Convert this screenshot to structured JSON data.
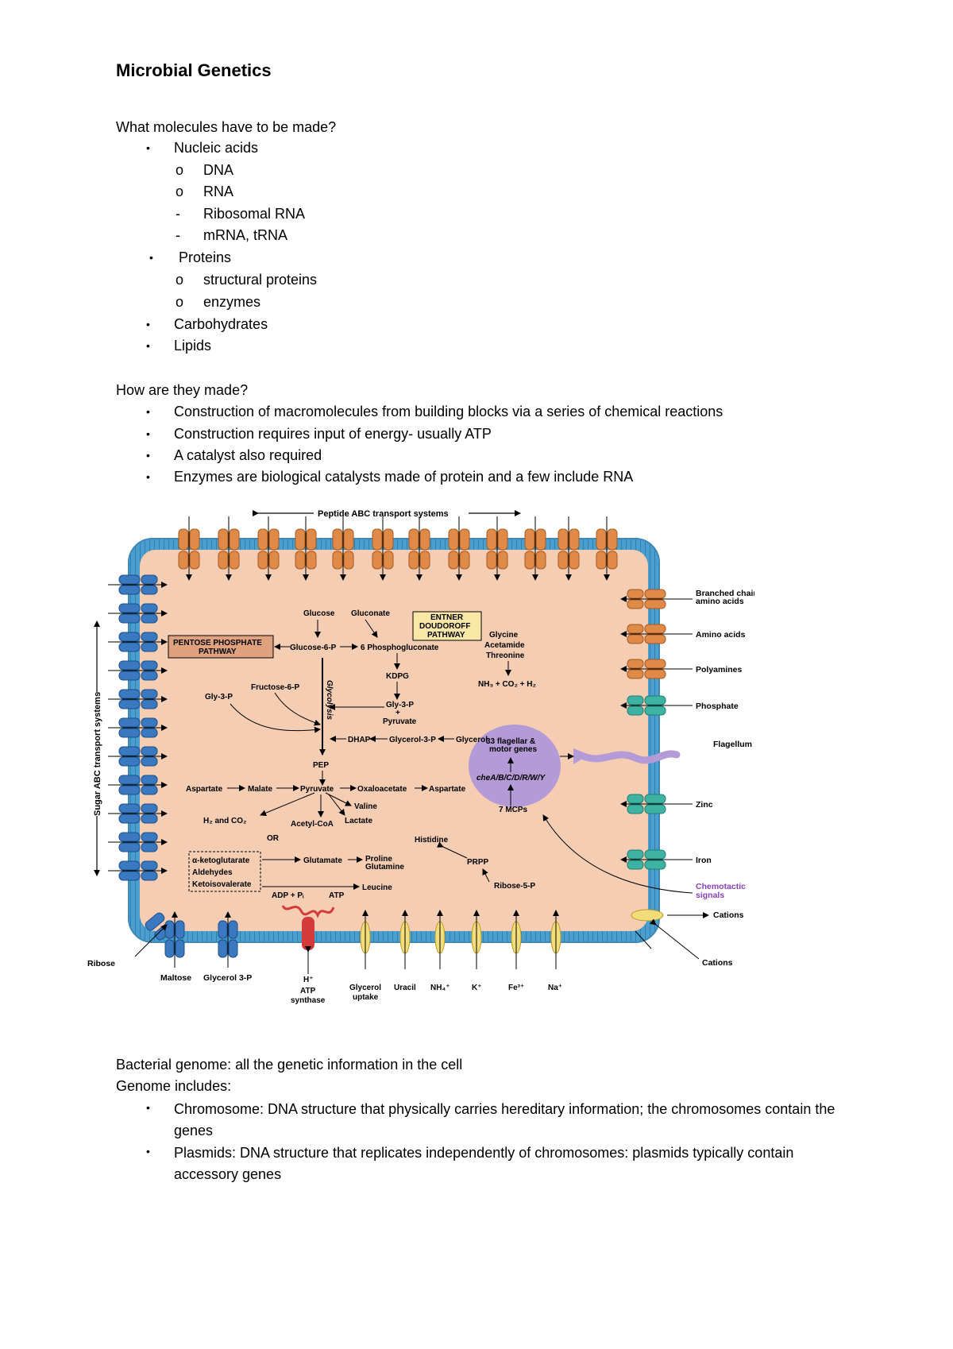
{
  "title": "Microbial Genetics",
  "section1": {
    "question": "What molecules have to be made?",
    "bullet": "•",
    "circle": "o",
    "dash": "-",
    "items": {
      "nucleic_acids": "Nucleic acids",
      "dna": "DNA",
      "rna": "RNA",
      "ribosomal_rna": "Ribosomal RNA",
      "mrna_trna": "mRNA, tRNA",
      "proteins": "Proteins",
      "structural_proteins": "structural proteins",
      "enzymes": "enzymes",
      "carbohydrates": "Carbohydrates",
      "lipids": "Lipids"
    }
  },
  "section2": {
    "question": "How are they made?",
    "items": [
      "Construction of macromolecules from building blocks via a series of chemical reactions",
      "Construction requires input of energy- usually ATP",
      "A catalyst also required",
      "Enzymes are biological catalysts made of protein and a few include RNA"
    ]
  },
  "diagram": {
    "colors": {
      "membrane": "#4a9fcf",
      "cytoplasm": "#f4cdb3",
      "orange_transporter": "#e08a4a",
      "blue_transporter": "#3a78c0",
      "teal_transporter": "#3fb3a3",
      "yellow_channel": "#f3dc7a",
      "purple": "#b49ad6",
      "pentose_box": "#e0a27e",
      "entner_box": "#f8e7a6",
      "red": "#d43a3a"
    },
    "labels": {
      "peptide_abc": "Peptide ABC transport systems",
      "sugar_abc": "Sugar ABC transport systems",
      "branched_chain_1": "Branched chain",
      "branched_chain_2": "amino acids",
      "amino_acids": "Amino acids",
      "polyamines": "Polyamines",
      "phosphate": "Phosphate",
      "flagellum": "Flagellum",
      "zinc": "Zinc",
      "iron": "Iron",
      "chemotactic_1": "Chemotactic",
      "chemotactic_2": "signals",
      "cations_1": "Cations",
      "cations_2": "Cations",
      "ribose": "Ribose",
      "maltose": "Maltose",
      "glycerol_3p": "Glycerol 3-P",
      "h_plus": "H⁺",
      "atp_synthase_1": "ATP",
      "atp_synthase_2": "synthase",
      "glycerol_uptake_1": "Glycerol",
      "glycerol_uptake_2": "uptake",
      "uracil": "Uracil",
      "nh4": "NH₄⁺",
      "k_plus": "K⁺",
      "fe3": "Fe³⁺",
      "na_plus": "Na⁺"
    },
    "pathway": {
      "glucose": "Glucose",
      "gluconate": "Gluconate",
      "entner_1": "ENTNER",
      "entner_2": "DOUDOROFF",
      "entner_3": "PATHWAY",
      "pentose_1": "PENTOSE PHOSPHATE",
      "pentose_2": "PATHWAY",
      "glucose_6p": "Glucose-6-P",
      "phosphogluconate": "6 Phosphogluconate",
      "glycine": "Glycine",
      "acetamide": "Acetamide",
      "threonine": "Threonine",
      "kdpg": "KDPG",
      "nh3": "NH₃ + CO₂ + H₂",
      "fructose_6p": "Fructose-6-P",
      "gly3p_left": "Gly-3-P",
      "glycolysis": "Glycolysis",
      "gly3p_right": "Gly-3-P",
      "plus": "+",
      "pyruvate_top": "Pyruvate",
      "dhap": "DHAP",
      "glycerol3p": "Glycerol-3-P",
      "glycerol": "Glycerol",
      "pep": "PEP",
      "flagellar_1": "33 flagellar &",
      "flagellar_2": "motor genes",
      "che": "cheA/B/C/D/R/W/Y",
      "mcps": "7 MCPs",
      "aspartate_left": "Aspartate",
      "malate": "Malate",
      "pyruvate": "Pyruvate",
      "oxaloacetate": "Oxaloacetate",
      "aspartate_right": "Aspartate",
      "valine": "Valine",
      "lactate": "Lactate",
      "h2co2": "H₂ and CO₂",
      "acetyl_coa": "Acetyl-CoA",
      "or": "OR",
      "histidine": "Histidine",
      "ketoglutarate": "α-ketoglutarate",
      "aldehydes": "Aldehydes",
      "ketoisovalerate": "Ketoisovalerate",
      "glutamate": "Glutamate",
      "proline": "Proline",
      "glutamine": "Glutamine",
      "prpp": "PRPP",
      "leucine": "Leucine",
      "ribose_5p": "Ribose-5-P",
      "adp_pi": "ADP + Pᵢ",
      "atp": "ATP"
    }
  },
  "section3": {
    "line1": "Bacterial genome: all the genetic information in the cell",
    "line2": "Genome includes:",
    "items": [
      "Chromosome: DNA structure that physically carries hereditary information; the chromosomes contain the genes",
      "Plasmids: DNA structure that replicates independently of chromosomes: plasmids typically contain accessory genes"
    ]
  }
}
